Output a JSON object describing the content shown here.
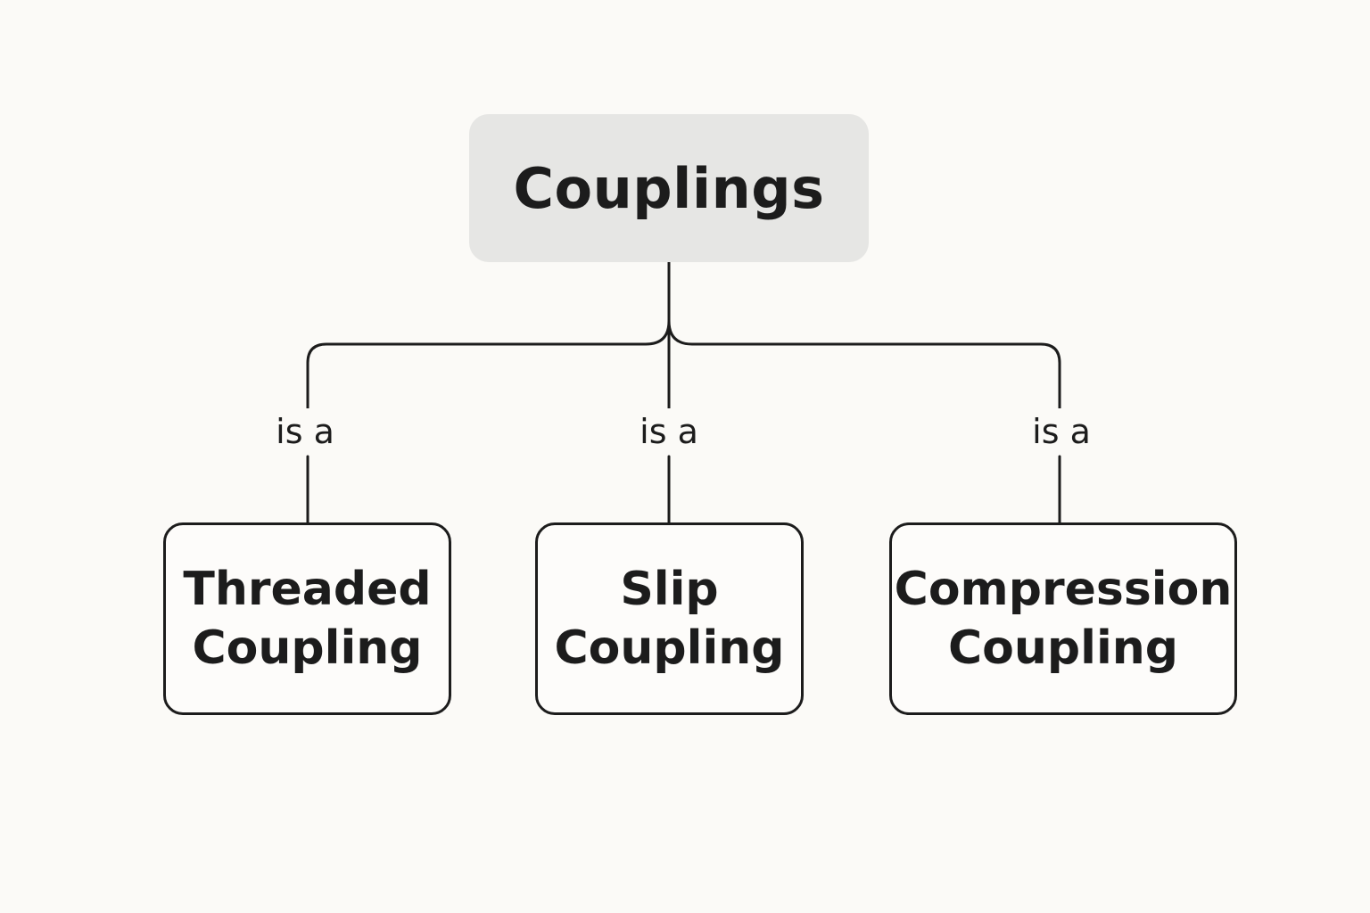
{
  "diagram": {
    "root": {
      "label": "Couplings",
      "fill_color": "#e6e6e4"
    },
    "children": [
      {
        "label": "Threaded\nCoupling",
        "edge_label": "is a"
      },
      {
        "label": "Slip\nCoupling",
        "edge_label": "is a"
      },
      {
        "label": "Compression\nCoupling",
        "edge_label": "is a"
      }
    ],
    "line_color": "#1c1c1c",
    "background_color": "#fbfaf7"
  }
}
